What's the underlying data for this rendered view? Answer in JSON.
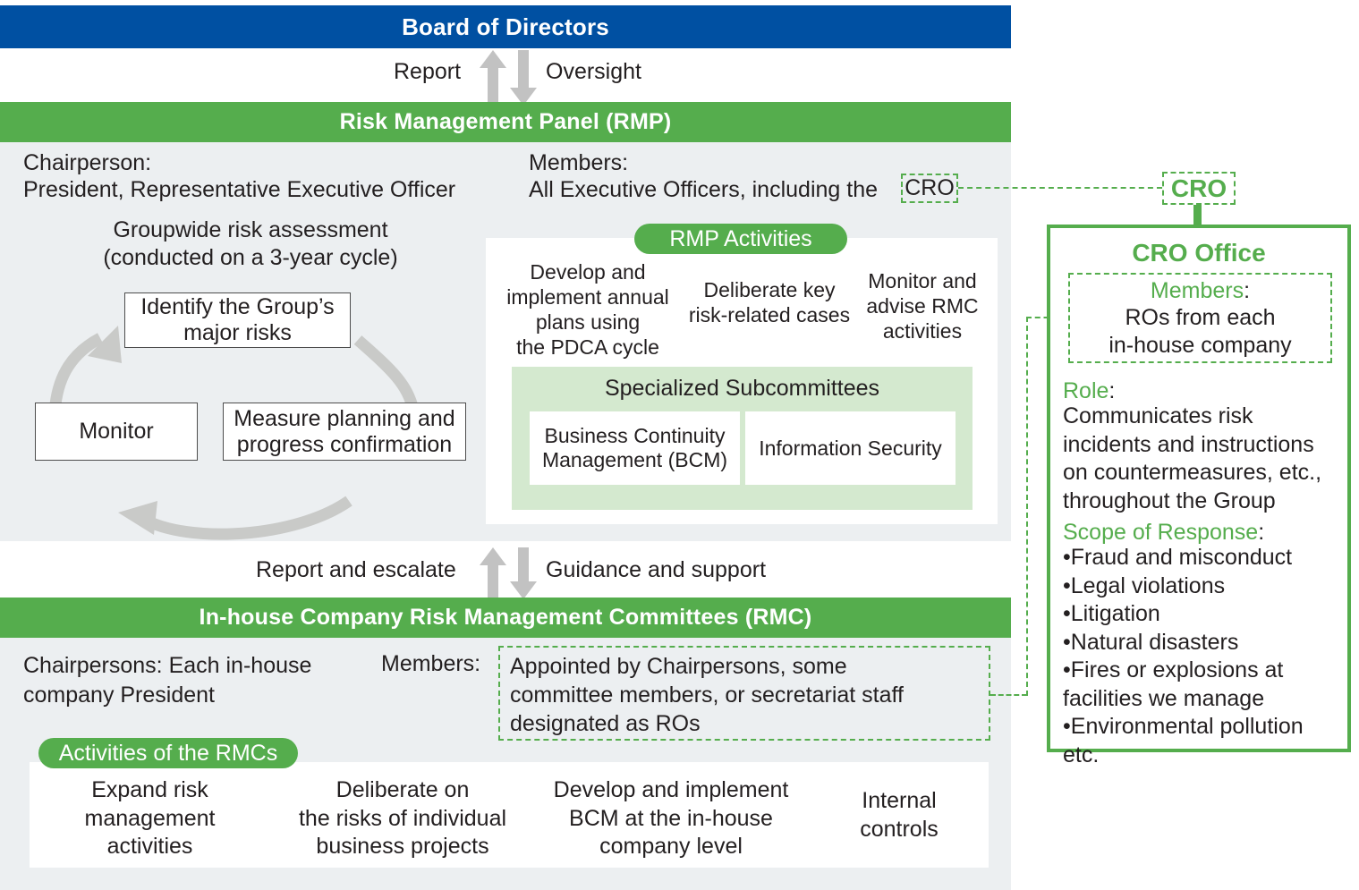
{
  "board": {
    "title": "Board of Directors"
  },
  "flow_top": {
    "up_label": "Report",
    "down_label": "Oversight"
  },
  "rmp": {
    "title": "Risk Management Panel (RMP)",
    "chairperson_label": "Chairperson:",
    "chairperson_value": "President, Representative Executive Officer",
    "members_label": "Members:",
    "members_value_prefix": "All Executive Officers, including the ",
    "members_value_tag": "CRO",
    "assessment_title_line1": "Groupwide risk assessment",
    "assessment_title_line2": "(conducted on a 3-year cycle)",
    "cycle": [
      {
        "id": "identify",
        "line1": "Identify the Group’s",
        "line2": "major risks"
      },
      {
        "id": "measure",
        "line1": "Measure planning and",
        "line2": "progress confirmation"
      },
      {
        "id": "monitor",
        "line1": "Monitor",
        "line2": ""
      }
    ],
    "activities_pill": "RMP Activities",
    "activities": [
      "Develop and\nimplement annual\nplans using\nthe PDCA cycle",
      "Deliberate key\nrisk-related cases",
      "Monitor and\nadvise RMC\nactivities"
    ],
    "subcommittees_title": "Specialized Subcommittees",
    "subcommittees": [
      "Business Continuity\nManagement (BCM)",
      "Information Security"
    ]
  },
  "flow_mid": {
    "up_label": "Report and escalate",
    "down_label": "Guidance and support"
  },
  "rmc": {
    "title": "In-house Company Risk Management Committees (RMC)",
    "chairpersons_text": "Chairpersons: Each in-house\ncompany President",
    "members_label": "Members:",
    "members_value": "Appointed by Chairpersons, some\ncommittee members, or secretariat staff\ndesignated as ROs",
    "activities_pill": "Activities of the RMCs",
    "activities": [
      "Expand risk\nmanagement\nactivities",
      "Deliberate on\nthe risks of individual\nbusiness projects",
      "Develop and implement\nBCM at the in-house\ncompany level",
      "Internal\ncontrols"
    ]
  },
  "cro": {
    "tag": "CRO",
    "office_title": "CRO Office",
    "members_label": "Members",
    "members_colon": ":",
    "members_value": "ROs from each\nin-house company",
    "role_label": "Role",
    "role_colon": ":",
    "role_value": "Communicates risk\nincidents and instructions\non countermeasures, etc.,\nthroughout the Group",
    "scope_label": "Scope of Response",
    "scope_colon": ":",
    "scope_items": [
      "Fraud and misconduct",
      "Legal violations",
      "Litigation",
      "Natural disasters",
      "Fires or explosions at\n facilities we manage",
      "Environmental pollution\n etc."
    ]
  },
  "colors": {
    "board_blue": "#0050a2",
    "panel_green": "#55ad4d",
    "panel_bg": "#eceff1",
    "subcommittee_bg": "#d4e9cf",
    "arrow_grey": "#c2c2c2",
    "text": "#231f20"
  }
}
